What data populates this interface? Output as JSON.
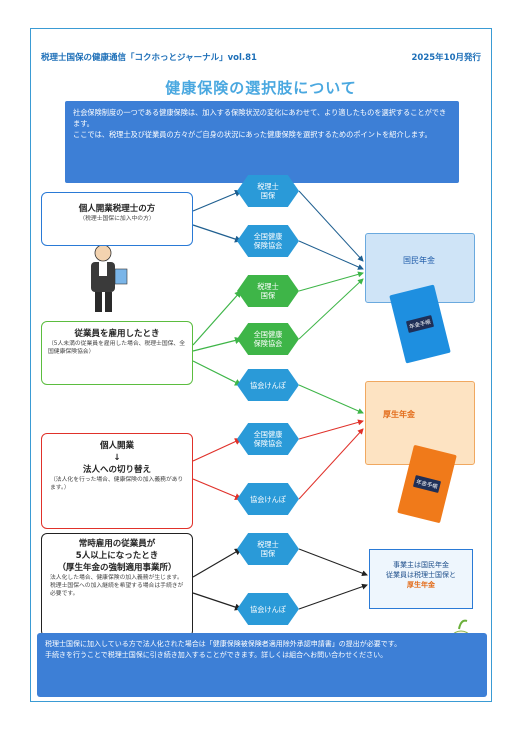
{
  "header": {
    "newsletter": "税理士国保の健康通信「コクホっとジャーナル」vol.81",
    "issue_date": "2025年10月発行"
  },
  "title": "健康保険の選択肢について",
  "intro": {
    "line1": "社会保険制度の一つである健康保険は、加入する保険状況の変化にあわせて、より適したものを選択することができます。",
    "line2": "ここでは、税理士及び従業員の方々がご自身の状況にあった健康保険を選択するためのポイントを紹介します。"
  },
  "cases": [
    {
      "title": "個人開業税理士の方",
      "note": "（税理士国保に加入中の方）"
    },
    {
      "title": "従業員を雇用したとき",
      "note": "（5人未満の従業員を雇用した場合、税理士国保、全国健康保険協会）"
    },
    {
      "title": "個人開業",
      "arrow": "↓",
      "title2": "法人への切り替え",
      "note": "（法人化を行った場合、健康保険の加入義務があります。）"
    },
    {
      "title": "常時雇用の従業員が",
      "title2": "5人以上になったとき",
      "title3": "（厚生年金の強制適用事業所）",
      "note": "法人化した場合、健康保険の加入義務が生じます。税理士国保への加入継続を希望する場合は手続きが必要です。"
    }
  ],
  "options": {
    "kokuho_cont": "税理士\n国保",
    "kokuho_alt": "税理士\n国保",
    "kyokai": "協会けんぽ",
    "zenkoku": "全国健康\n保険協会"
  },
  "pension": {
    "national": "国民年金",
    "welfare": "厚生年金",
    "book_label": "年金手帳"
  },
  "final": {
    "line1": "事業主は国民年金",
    "line2": "従業員は税理士国保と",
    "line3": "厚生年金"
  },
  "footer": {
    "line1": "税理士国保に加入している方で法人化された場合は「健康保険被保険者適用除外承認申請書」の提出が必要です。",
    "line2": "手続きを行うことで税理士国保に引き続き加入することができます。詳しくは組合へお問い合わせください。"
  },
  "colors": {
    "accent": "#3d7fd6",
    "frame": "#3a9bd4",
    "hex_blue": "#2a9ad8",
    "hex_green": "#3eb548",
    "orange": "#e36c1a"
  }
}
